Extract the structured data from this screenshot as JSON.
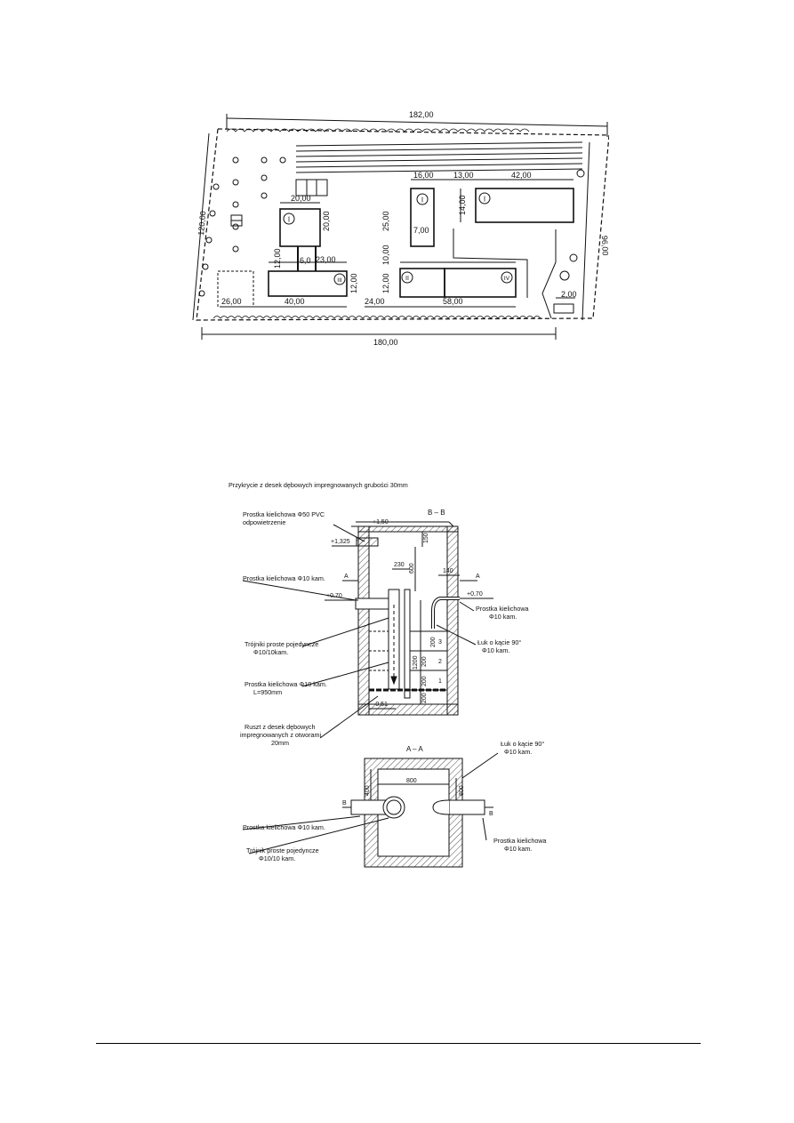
{
  "site_plan": {
    "dims": {
      "top": "182,00",
      "bottom": "180,00",
      "left": "120,00",
      "right": "96,00",
      "bldg1_w": "20,00",
      "bldg1_h": "20,00",
      "gap_a": "12,00",
      "gap_b": "6,0",
      "d23": "23,00",
      "bldg3_h": "12,00",
      "d40": "40,00",
      "d26": "26,00",
      "d16": "16,00",
      "d13": "13,00",
      "d42": "42,00",
      "d14": "14,00",
      "d25": "25,00",
      "d700": "7,00",
      "d10": "10,00",
      "d12b": "12,00",
      "d24": "24,00",
      "d58": "58,00",
      "d2": "2,00"
    },
    "building_labels": {
      "b1": "I",
      "b3": "III",
      "b1b": "I",
      "b1c": "I",
      "b2": "II",
      "b4": "IV"
    }
  },
  "section": {
    "title_bb": "B – B",
    "title_aa": "A – A",
    "callouts": {
      "cover": "Przykrycie z desek dębowych impregnowanych grubości 30mm",
      "vent_1": "Prostka kielichowa Φ50 PVC",
      "vent_2": "odpowietrzenie",
      "inlet": "Prostka kielichowa Φ10 kam.",
      "tee_1": "Trójniki proste pojedyncze",
      "tee_2": "Φ10/10kam.",
      "pipe_1": "Prostka kielichowa Φ10 kam.",
      "pipe_2": "L=950mm",
      "grate_1": "Ruszt z desek dębowych",
      "grate_2": "impregnowanych z otworami",
      "grate_3": "20mm",
      "outlet_1": "Prostka kielichowa",
      "outlet_2": "Φ10 kam.",
      "arc_1": "Łuk o kącie 90°",
      "arc_2": "Φ10 kam.",
      "aa_arc_1": "Łuk o kącie 90°",
      "aa_arc_2": "Φ10 kam.",
      "aa_pipe_l": "Prostka kielichowa Φ10 kam.",
      "aa_tee_1": "Trójnik proste pojedyncze",
      "aa_tee_2": "Φ10/10 kam.",
      "aa_pipe_r1": "Prostka kielichowa",
      "aa_pipe_r2": "Φ10 kam."
    },
    "levels": {
      "top": "+1,50",
      "vent": "+1,325",
      "inlet": "+0,70",
      "outlet": "+0,70",
      "bottom": "-0,51"
    },
    "dims": {
      "d150": "150",
      "d230": "230",
      "d600": "600",
      "d140": "140",
      "d1200": "1200",
      "d200a": "200",
      "d200b": "200",
      "d200c": "200",
      "d200d": "200",
      "aa_w": "800",
      "aa_h1": "400",
      "aa_h2": "800"
    },
    "layers": [
      "3",
      "2",
      "1"
    ],
    "marks": {
      "A_left": "A",
      "A_right": "A",
      "B_left": "B",
      "B_right": "B"
    }
  }
}
